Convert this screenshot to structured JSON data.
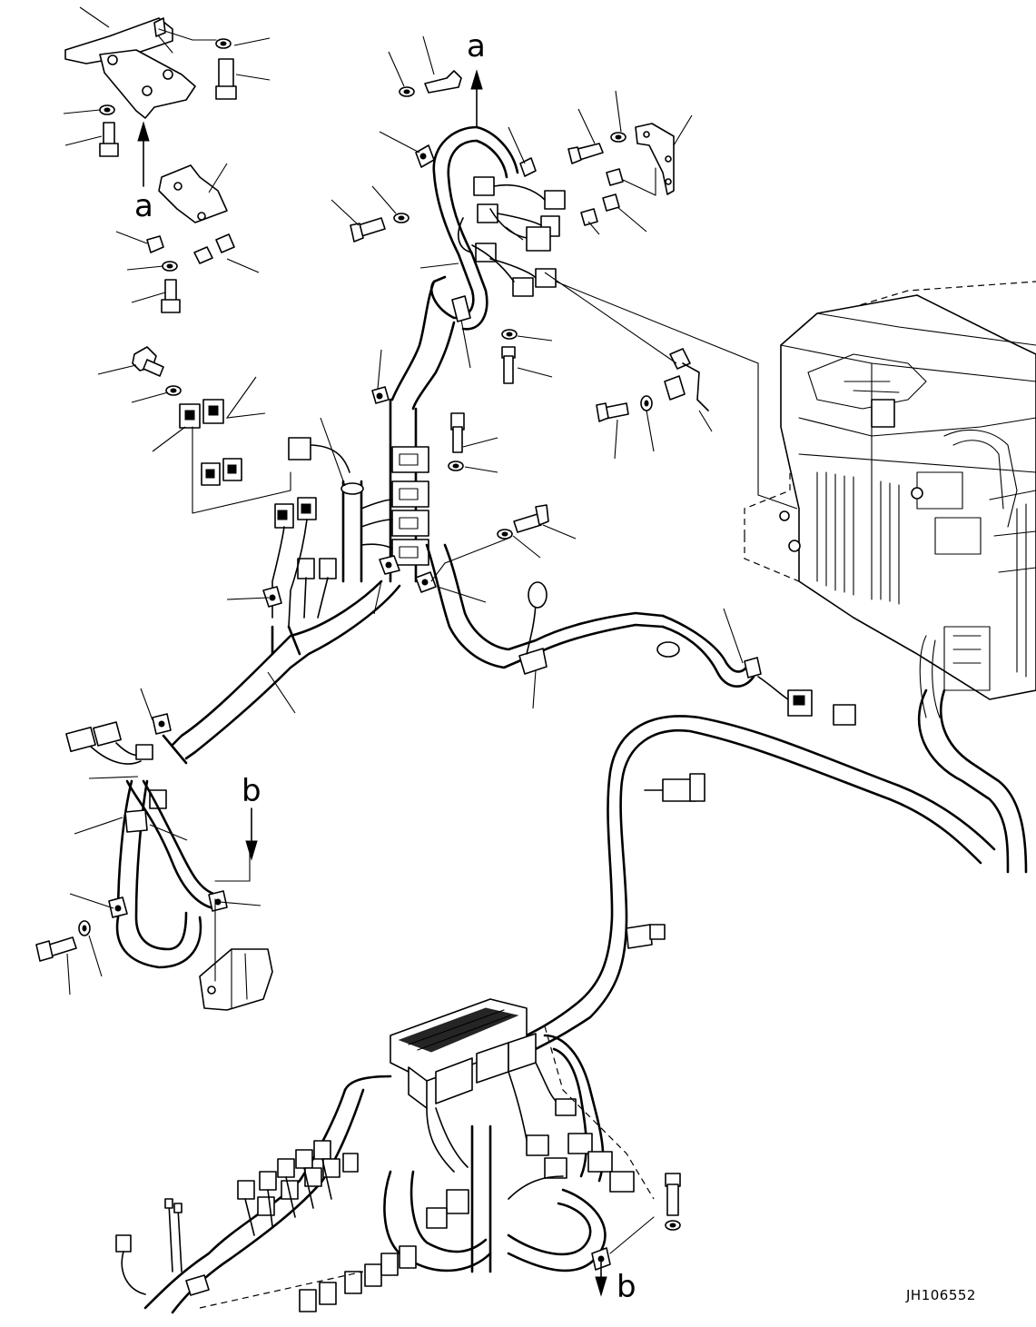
{
  "view_marks": {
    "a_top": "a",
    "a_left": "a",
    "b_mid": "b",
    "b_bottom": "b"
  },
  "drawing_code": "JH106552"
}
